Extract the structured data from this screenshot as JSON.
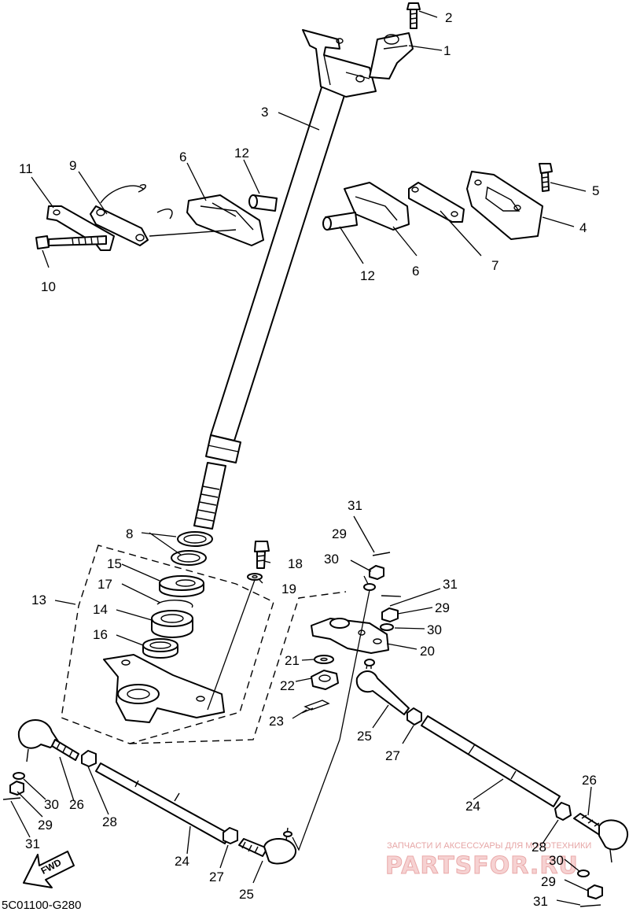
{
  "diagram": {
    "code": "5C01100-G280",
    "fwd_label": "FWD",
    "watermark": {
      "caption": "ЗАПЧАСТИ И АКСЕССУАРЫ ДЛЯ МОТОТЕХНИКИ",
      "brand": "PARTSFOR.RU",
      "colors": {
        "watermark": "#e9a9a9"
      }
    },
    "callouts": {
      "c1": "1",
      "c2": "2",
      "c3": "3",
      "c4": "4",
      "c5": "5",
      "c6a": "6",
      "c6b": "6",
      "c7": "7",
      "c8": "8",
      "c9": "9",
      "c10": "10",
      "c11": "11",
      "c12a": "12",
      "c12b": "12",
      "c13": "13",
      "c14": "14",
      "c15": "15",
      "c16": "16",
      "c17": "17",
      "c18": "18",
      "c19": "19",
      "c20": "20",
      "c21": "21",
      "c22": "22",
      "c23": "23",
      "c24a": "24",
      "c24b": "24",
      "c25a": "25",
      "c25b": "25",
      "c26a": "26",
      "c26b": "26",
      "c27a": "27",
      "c27b": "27",
      "c28a": "28",
      "c28b": "28",
      "c29a": "29",
      "c29b": "29",
      "c29c": "29",
      "c29d": "29",
      "c30a": "30",
      "c30b": "30",
      "c30c": "30",
      "c30d": "30",
      "c31a": "31",
      "c31b": "31",
      "c31c": "31",
      "c31d": "31"
    }
  }
}
